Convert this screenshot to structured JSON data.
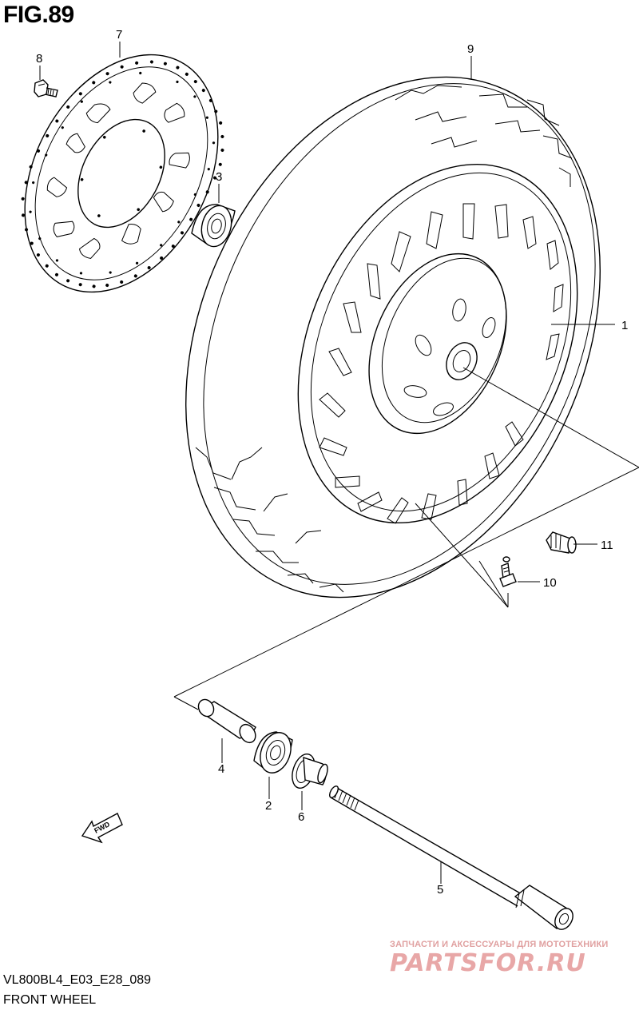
{
  "figure": {
    "title": "FIG.89",
    "model_code": "VL800BL4_E03_E28_089",
    "section_name": "FRONT WHEEL"
  },
  "callouts": [
    "1",
    "2",
    "3",
    "4",
    "5",
    "6",
    "7",
    "8",
    "9",
    "10",
    "11"
  ],
  "direction_marker": "FWD",
  "watermark": {
    "caption": "ЗАПЧАСТИ И АКСЕССУАРЫ ДЛЯ МОТОТЕХНИКИ",
    "logo": "PARTSFOR.RU"
  }
}
